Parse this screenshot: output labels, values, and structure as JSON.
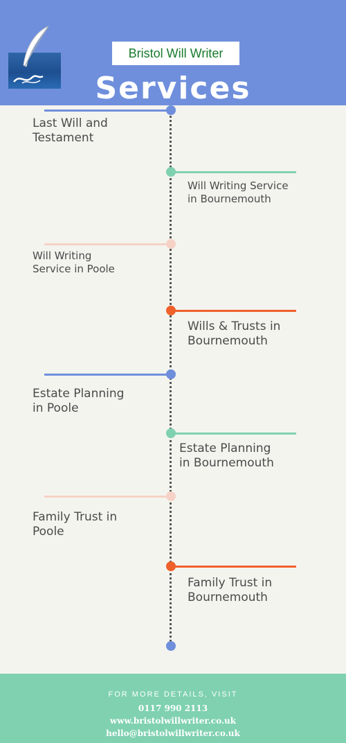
{
  "header": {
    "brand": "Bristol Will Writer",
    "title": "Services"
  },
  "colors": {
    "blue": "#6f8fdc",
    "green": "#7fd1b0",
    "pink": "#f6d2c6",
    "orange": "#f0602a"
  },
  "services": [
    {
      "label_lines": [
        "Last Will and",
        "Testament"
      ],
      "color": "#6f8fdc"
    },
    {
      "label_lines": [
        "Will Writing Service",
        "in Bournemouth"
      ],
      "color": "#7fd1b0"
    },
    {
      "label_lines": [
        "Will Writing",
        "Service in Poole"
      ],
      "color": "#f6d2c6"
    },
    {
      "label_lines": [
        "Wills & Trusts in",
        "Bournemouth"
      ],
      "color": "#f0602a"
    },
    {
      "label_lines": [
        "Estate Planning",
        "in Poole"
      ],
      "color": "#6f8fdc"
    },
    {
      "label_lines": [
        "Estate Planning",
        "in Bournemouth"
      ],
      "color": "#7fd1b0"
    },
    {
      "label_lines": [
        "Family Trust in",
        "Poole"
      ],
      "color": "#f6d2c6"
    },
    {
      "label_lines": [
        "Family Trust in",
        "Bournemouth"
      ],
      "color": "#f0602a"
    }
  ],
  "footer": {
    "visit": "FOR MORE DETAILS, VISIT",
    "phone": "0117 990 2113",
    "website": "www.bristolwillwriter.co.uk",
    "email": "hello@bristolwillwriter.co.uk"
  }
}
